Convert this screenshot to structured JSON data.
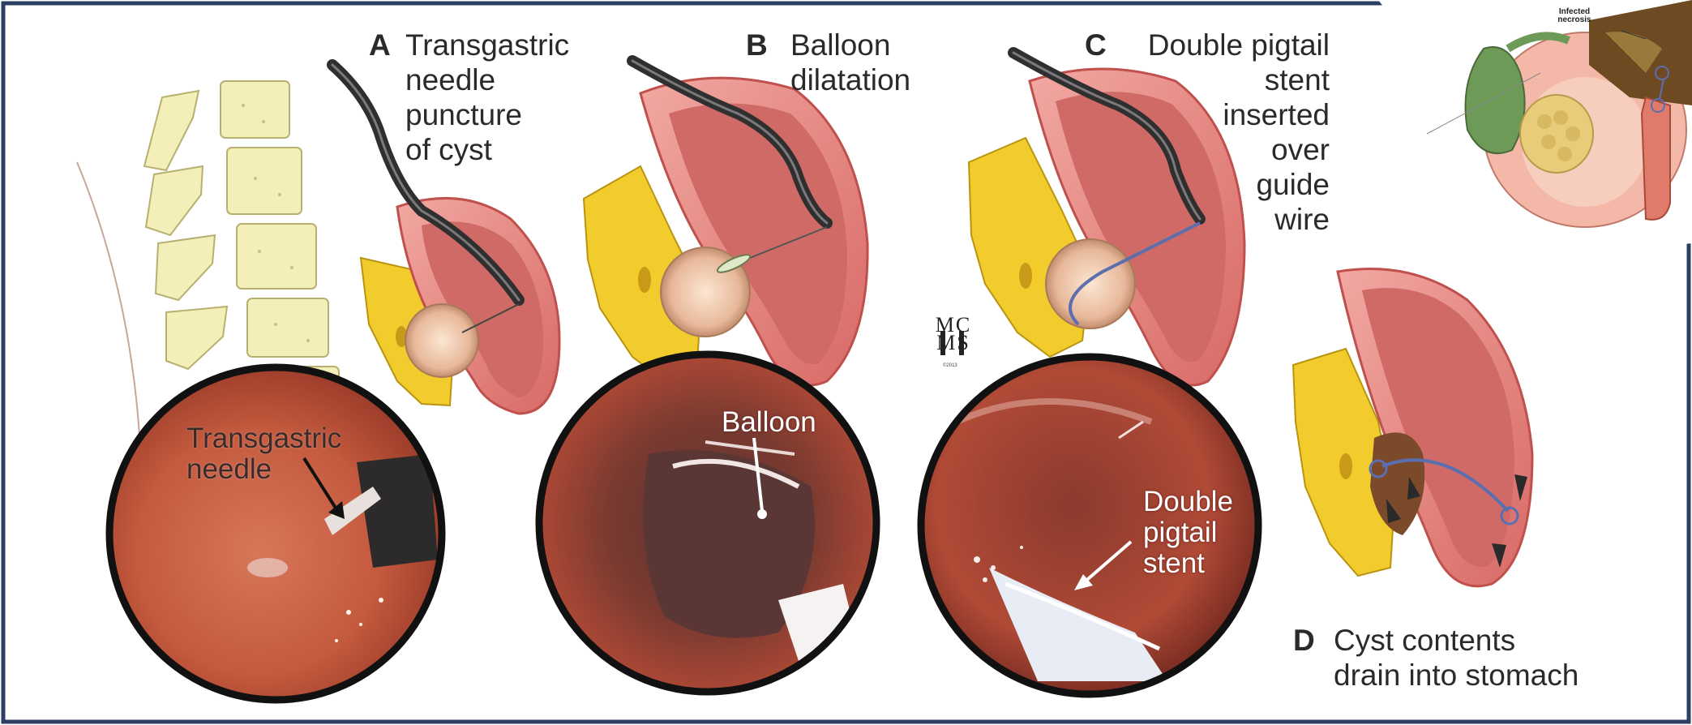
{
  "panels": [
    {
      "letter": "A",
      "caption": [
        "Transgastric",
        "needle",
        "puncture",
        "of cyst"
      ],
      "inset_label": [
        "Transgastric",
        "needle"
      ]
    },
    {
      "letter": "B",
      "caption": [
        "Balloon",
        "dilatation"
      ],
      "inset_label": [
        "Balloon"
      ]
    },
    {
      "letter": "C",
      "caption": [
        "Double pigtail",
        "stent",
        "inserted",
        "over",
        "guide",
        "wire"
      ],
      "inset_label": [
        "Double",
        "pigtail",
        "stent"
      ]
    },
    {
      "letter": "D",
      "caption": [
        "Cyst contents",
        "drain into stomach"
      ]
    }
  ],
  "thumbnail_label": [
    "Infected",
    "necrosis"
  ],
  "logo_text": [
    "MC",
    "MS"
  ],
  "logo_subtext": "©2013",
  "colors": {
    "stomach": "#e88a86",
    "stomach_inner": "#c9605e",
    "pancreas": "#f1cc2c",
    "vertebra": "#f4efb8",
    "endoscope": "#3a3a3a",
    "stent": "#5b6fb0",
    "inset_border": "#111111",
    "frame": "#2e3f66"
  }
}
